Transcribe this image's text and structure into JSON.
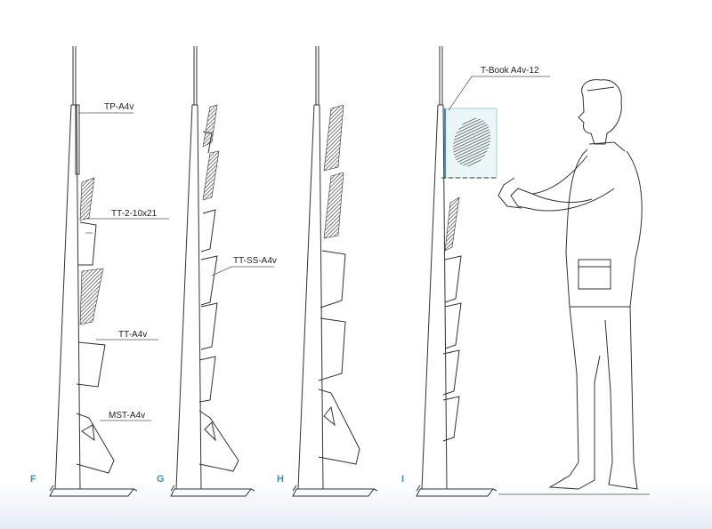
{
  "labels": {
    "tp": "TP-A4v",
    "tt2": "TT-2-10x21",
    "tt": "TT-A4v",
    "mst": "MST-A4v",
    "ttss": "TT-SS-A4v",
    "tbook": "T-Book A4v-12"
  },
  "letters": {
    "f": "F",
    "g": "G",
    "h": "H",
    "i": "I"
  },
  "colors": {
    "letter": "#3a8cc8",
    "line": "#333333",
    "highlight": "#9fd3d8"
  }
}
